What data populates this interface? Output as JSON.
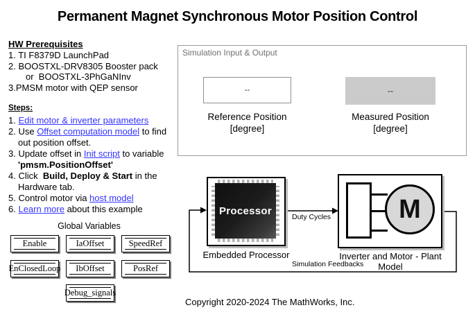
{
  "title": "Permanent Magnet Synchronous Motor Position Control",
  "hw_prerequisites": {
    "heading": "HW Prerequisites",
    "items": [
      {
        "parts": [
          {
            "t": "1. TI F8379D LaunchPad"
          }
        ]
      },
      {
        "parts": [
          {
            "t": "2. BOOSTXL-DRV8305 Booster pack"
          }
        ]
      },
      {
        "parts": [
          {
            "t": "or  BOOSTXL-3PhGaNInv"
          }
        ],
        "indent": true
      },
      {
        "parts": [
          {
            "t": "3.PMSM motor with QEP sensor"
          }
        ]
      }
    ]
  },
  "steps": {
    "heading": "Steps:",
    "lines": [
      {
        "parts": [
          {
            "t": "1. "
          },
          {
            "t": "Edit motor & inverter parameters",
            "s": "link"
          }
        ]
      },
      {
        "parts": [
          {
            "t": "2. Use "
          },
          {
            "t": "Offset computation model",
            "s": "link"
          },
          {
            "t": " to find"
          }
        ]
      },
      {
        "parts": [
          {
            "t": "out position offset."
          }
        ],
        "indent": true
      },
      {
        "parts": [
          {
            "t": "3. Update offset in "
          },
          {
            "t": "Init script",
            "s": "link"
          },
          {
            "t": " to variable"
          }
        ]
      },
      {
        "parts": [
          {
            "t": "'pmsm.PositionOffset'",
            "s": "bold"
          }
        ],
        "indent": true
      },
      {
        "parts": [
          {
            "t": "4. Click  "
          },
          {
            "t": "Build, Deploy & Start",
            "s": "bold"
          },
          {
            "t": " in the"
          }
        ]
      },
      {
        "parts": [
          {
            "t": "Hardware tab."
          }
        ],
        "indent": true
      },
      {
        "parts": [
          {
            "t": "5. Control motor via "
          },
          {
            "t": "host model",
            "s": "link"
          }
        ]
      },
      {
        "parts": [
          {
            "t": "6. "
          },
          {
            "t": "Learn more",
            "s": "link"
          },
          {
            "t": " about this example"
          }
        ]
      }
    ]
  },
  "global_variables": {
    "heading": "Global Variables",
    "blocks": [
      "Enable",
      "IaOffset",
      "SpeedRef",
      "EnClosedLoop",
      "IbOffset",
      "PosRef",
      "Debug_signals"
    ]
  },
  "simulation_panel": {
    "title": "Simulation Input & Output",
    "reference": {
      "value": "--",
      "label_line1": "Reference Position",
      "label_line2": "[degree]"
    },
    "measured": {
      "value": "--",
      "label_line1": "Measured Position",
      "label_line2": "[degree]"
    }
  },
  "diagram": {
    "processor_chip_label": "Processor",
    "processor_block_label": "Embedded Processor",
    "duty_cycles_label": "Duty Cycles",
    "motor_letter": "M",
    "plant_block_label": "Inverter and Motor - Plant Model",
    "feedback_label": "Simulation Feedbacks"
  },
  "footer": {
    "copyright": "Copyright 2020-2024 The MathWorks, Inc."
  },
  "colors": {
    "link-blue": "#3333ff",
    "panel-border": "#9b9b9b",
    "panel-label": "#707070",
    "display-gray": "#cbcbcb",
    "motor-gray": "#d8d8d8",
    "block-shadow": "#bcbcbc",
    "ds-shadow": "#7d7d7d"
  }
}
